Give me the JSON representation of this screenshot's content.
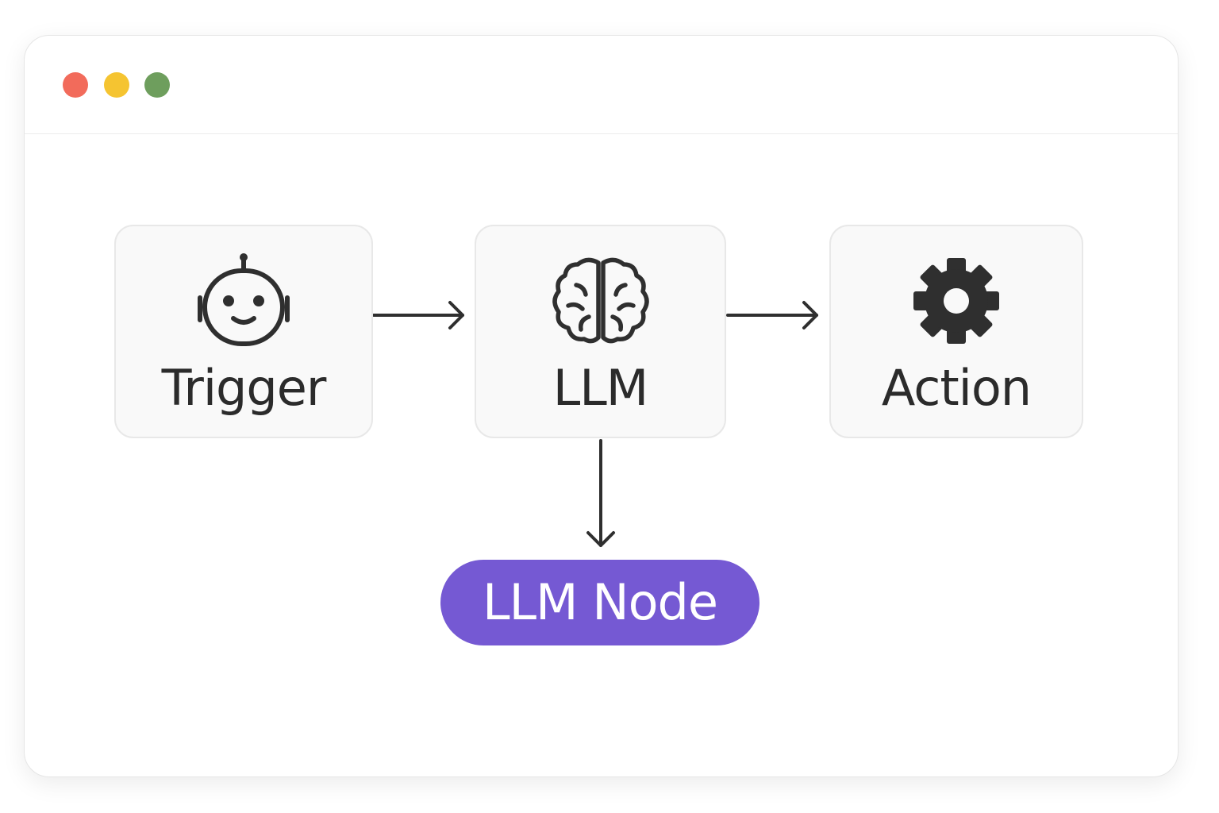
{
  "window": {
    "controls": [
      {
        "name": "close",
        "color": "#f26b5b"
      },
      {
        "name": "minimize",
        "color": "#f5c431"
      },
      {
        "name": "maximize",
        "color": "#6e9e5d"
      }
    ]
  },
  "diagram": {
    "nodes": [
      {
        "id": "trigger",
        "label": "Trigger",
        "icon": "robot-icon"
      },
      {
        "id": "llm",
        "label": "LLM",
        "icon": "brain-icon"
      },
      {
        "id": "action",
        "label": "Action",
        "icon": "gear-icon"
      }
    ],
    "output": {
      "label": "LLM Node",
      "color": "#7559d3"
    },
    "edges": [
      {
        "from": "trigger",
        "to": "llm"
      },
      {
        "from": "llm",
        "to": "action"
      },
      {
        "from": "llm",
        "to": "output"
      }
    ]
  },
  "colors": {
    "stroke": "#2f2f2f",
    "node_fill": "#f9f9f9",
    "node_border": "#e8e8e8",
    "pill": "#7559d3"
  }
}
